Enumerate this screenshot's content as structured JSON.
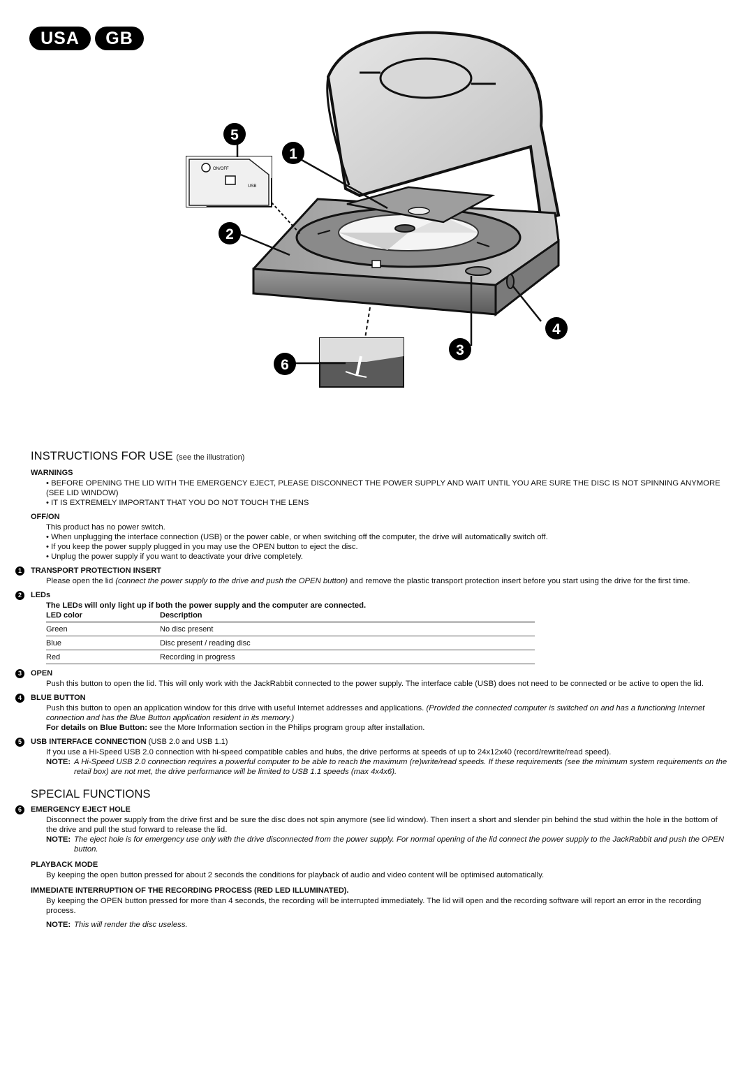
{
  "badges": [
    "USA",
    "GB"
  ],
  "callouts": [
    "1",
    "2",
    "3",
    "4",
    "5",
    "6"
  ],
  "panel_labels": {
    "usb": "USB",
    "onoff": "ON/OFF"
  },
  "heading1": {
    "main": "INSTRUCTIONS FOR USE",
    "small": "(see the illustration)"
  },
  "warnings": {
    "title": "WARNINGS",
    "items": [
      "BEFORE OPENING THE LID WITH THE EMERGENCY EJECT, PLEASE DISCONNECT THE POWER SUPPLY AND WAIT UNTIL YOU ARE SURE THE DISC  IS NOT SPINNING ANYMORE (SEE LID WINDOW)",
      "IT IS EXTREMELY IMPORTANT THAT YOU DO NOT TOUCH THE LENS"
    ]
  },
  "offon": {
    "title": "OFF/ON",
    "intro": "This product has no power switch.",
    "items": [
      "When unplugging the interface connection (USB) or the power cable, or when switching off the computer, the drive will automatically switch off.",
      "If you keep the power supply plugged in you may use the OPEN button to eject the disc.",
      "Unplug the power supply if you want to deactivate your drive completely."
    ]
  },
  "transport": {
    "num": "1",
    "title": "TRANSPORT PROTECTION INSERT",
    "text_a": "Please open the lid ",
    "text_em": "(connect the power supply to the drive and push the OPEN button)",
    "text_b": " and remove the plastic transport protection insert before you start using the drive for the first time."
  },
  "leds": {
    "num": "2",
    "title": "LEDs",
    "note": "The LEDs will only light up if both the power supply and the computer are connected.",
    "headers": [
      "LED color",
      "Description"
    ],
    "rows": [
      [
        "Green",
        "No disc present"
      ],
      [
        "Blue",
        "Disc present / reading disc"
      ],
      [
        "Red",
        "Recording in progress"
      ]
    ]
  },
  "open": {
    "num": "3",
    "title": "OPEN",
    "text": "Push this button to open the lid. This will only work with the JackRabbit connected to the power supply. The interface cable (USB) does not need to be connected or be active to open the lid."
  },
  "blue": {
    "num": "4",
    "title": "BLUE BUTTON",
    "text_a": "Push this button to open an application window for this drive with useful Internet addresses and applications. ",
    "text_em": "(Provided the connected computer is switched on and has a functioning Internet connection and has the Blue Button application resident in its memory.)",
    "details_label": "For details on Blue Button:",
    "details_text": " see the More Information section in the Philips program group after installation."
  },
  "usb": {
    "num": "5",
    "title": "USB INTERFACE CONNECTION",
    "title_suffix": " (USB 2.0 and USB 1.1)",
    "text": "If you use a Hi-Speed USB 2.0 connection with hi-speed compatible cables and hubs, the drive performs at speeds of up to 24x12x40 (record/rewrite/read speed).",
    "note_label": "NOTE:",
    "note_text": "A Hi-Speed USB 2.0 connection requires a powerful computer to be able to reach the maximum (re)write/read speeds. If these requirements (see the minimum system requirements on the retail box) are not met, the drive performance will be limited to USB 1.1 speeds (max 4x4x6)."
  },
  "heading2": "SPECIAL FUNCTIONS",
  "eject": {
    "num": "6",
    "title": "EMERGENCY EJECT HOLE",
    "text": "Disconnect the power supply from the drive first and be sure the disc does not spin anymore (see lid window). Then insert a short and slender pin behind the stud within the hole in the bottom of the drive and pull the stud forward to release the lid.",
    "note_label": "NOTE:",
    "note_text": "The eject hole is for emergency use only with the drive disconnected from the power supply. For normal opening of the lid connect the power supply to the JackRabbit and push the OPEN button."
  },
  "playback": {
    "title": "PLAYBACK MODE",
    "text": "By keeping the open button pressed for about 2 seconds the conditions for playback of audio and video content will be optimised automatically."
  },
  "interrupt": {
    "title": "IMMEDIATE INTERRUPTION OF THE RECORDING PROCESS (RED LED ILLUMINATED).",
    "text": "By keeping the OPEN button pressed for more than 4 seconds, the recording will be interrupted immediately. The lid will open and the recording software will report an error in the recording process.",
    "note_label": "NOTE:",
    "note_text": "This will render the disc useless."
  }
}
